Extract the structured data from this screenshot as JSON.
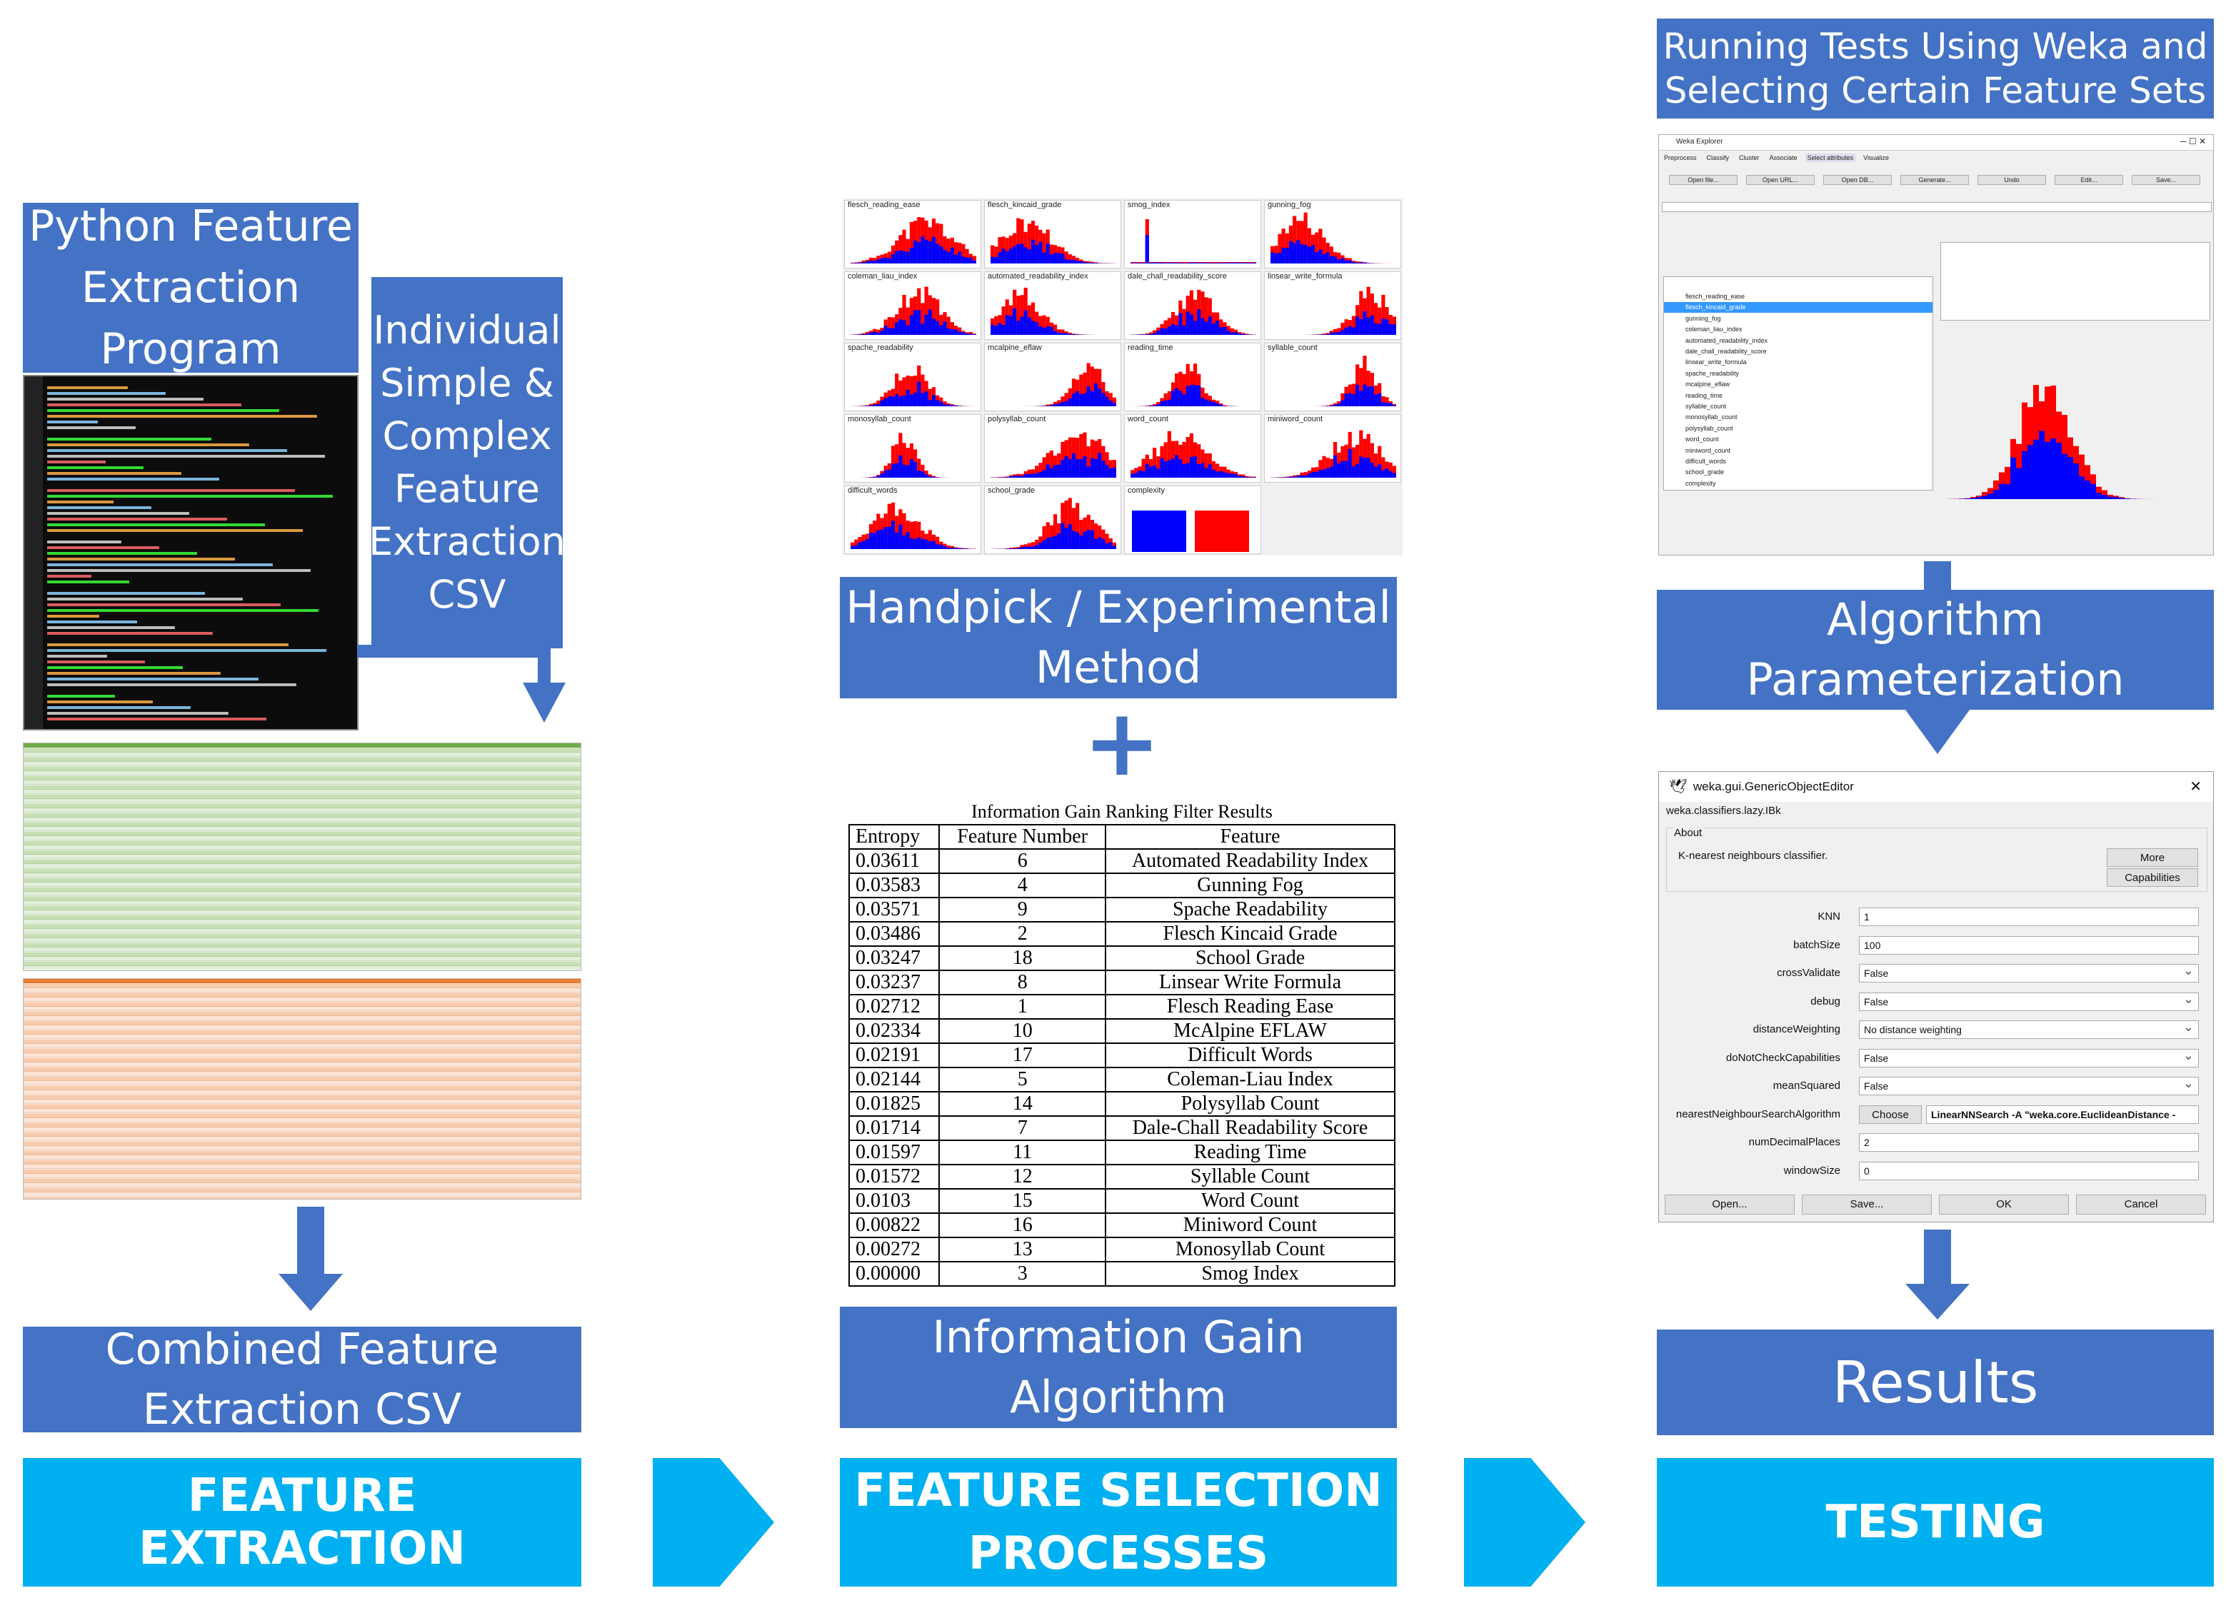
{
  "feature_extraction": {
    "python_box": "Python Feature\nExtraction\nProgram",
    "individual_box": "Individual\nSimple &\nComplex\nFeature\nExtraction\nCSV",
    "combined_box": "Combined Feature\nExtraction CSV",
    "stage_label": "FEATURE EXTRACTION"
  },
  "feature_selection": {
    "handpick_box": "Handpick / Experimental\nMethod",
    "plus": "+",
    "info_gain_box": "Information Gain\nAlgorithm",
    "stage_label": "FEATURE SELECTION\nPROCESSES",
    "histograms": [
      {
        "label": "flesch_reading_ease"
      },
      {
        "label": "flesch_kincaid_grade"
      },
      {
        "label": "smog_index"
      },
      {
        "label": "gunning_fog"
      },
      {
        "label": "coleman_liau_index"
      },
      {
        "label": "automated_readability_index"
      },
      {
        "label": "dale_chall_readability_score"
      },
      {
        "label": "linsear_write_formula"
      },
      {
        "label": "spache_readability"
      },
      {
        "label": "mcalpine_eflaw"
      },
      {
        "label": "reading_time"
      },
      {
        "label": "syllable_count"
      },
      {
        "label": "monosyllab_count"
      },
      {
        "label": "polysyllab_count"
      },
      {
        "label": "word_count"
      },
      {
        "label": "miniword_count"
      },
      {
        "label": "difficult_words"
      },
      {
        "label": "school_grade"
      },
      {
        "label": "complexity"
      }
    ],
    "table": {
      "caption": "Information Gain Ranking Filter Results",
      "headers": [
        "Entropy",
        "Feature Number",
        "Feature"
      ],
      "rows": [
        [
          "0.03611",
          "6",
          "Automated Readability Index"
        ],
        [
          "0.03583",
          "4",
          "Gunning Fog"
        ],
        [
          "0.03571",
          "9",
          "Spache Readability"
        ],
        [
          "0.03486",
          "2",
          "Flesch Kincaid Grade"
        ],
        [
          "0.03247",
          "18",
          "School Grade"
        ],
        [
          "0.03237",
          "8",
          "Linsear Write Formula"
        ],
        [
          "0.02712",
          "1",
          "Flesch Reading Ease"
        ],
        [
          "0.02334",
          "10",
          "McAlpine EFLAW"
        ],
        [
          "0.02191",
          "17",
          "Difficult Words"
        ],
        [
          "0.02144",
          "5",
          "Coleman-Liau Index"
        ],
        [
          "0.01825",
          "14",
          "Polysyllab Count"
        ],
        [
          "0.01714",
          "7",
          "Dale-Chall Readability Score"
        ],
        [
          "0.01597",
          "11",
          "Reading Time"
        ],
        [
          "0.01572",
          "12",
          "Syllable Count"
        ],
        [
          "0.0103",
          "15",
          "Word Count"
        ],
        [
          "0.00822",
          "16",
          "Miniword Count"
        ],
        [
          "0.00272",
          "13",
          "Monosyllab Count"
        ],
        [
          "0.00000",
          "3",
          "Smog Index"
        ]
      ]
    }
  },
  "testing": {
    "running_box": "Running Tests Using Weka and\nSelecting Certain Feature Sets",
    "algo_box": "Algorithm\nParameterization",
    "results_box": "Results",
    "stage_label": "TESTING",
    "weka_explorer": {
      "title": "Weka Explorer",
      "tabs": [
        "Preprocess",
        "Classify",
        "Cluster",
        "Associate",
        "Select attributes",
        "Visualize"
      ],
      "buttons": [
        "Open file...",
        "Open URL...",
        "Open DB...",
        "Generate...",
        "Undo",
        "Edit...",
        "Save..."
      ],
      "attributes": [
        "flesch_reading_ease",
        "flesch_kincaid_grade",
        "gunning_fog",
        "coleman_liau_index",
        "automated_readability_index",
        "dale_chall_readability_score",
        "linsear_write_formula",
        "spache_readability",
        "mcalpine_eflaw",
        "reading_time",
        "syllable_count",
        "monosyllab_count",
        "polysyllab_count",
        "word_count",
        "miniword_count",
        "difficult_words",
        "school_grade",
        "complexity"
      ]
    },
    "object_editor": {
      "title": "weka.gui.GenericObjectEditor",
      "classname": "weka.classifiers.lazy.IBk",
      "about_label": "About",
      "about_text": "K-nearest neighbours classifier.",
      "more": "More",
      "capabilities": "Capabilities",
      "params": [
        {
          "label": "KNN",
          "value": "1",
          "dropdown": false
        },
        {
          "label": "batchSize",
          "value": "100",
          "dropdown": false
        },
        {
          "label": "crossValidate",
          "value": "False",
          "dropdown": true
        },
        {
          "label": "debug",
          "value": "False",
          "dropdown": true
        },
        {
          "label": "distanceWeighting",
          "value": "No distance weighting",
          "dropdown": true
        },
        {
          "label": "doNotCheckCapabilities",
          "value": "False",
          "dropdown": true
        },
        {
          "label": "meanSquared",
          "value": "False",
          "dropdown": true
        },
        {
          "label": "nearestNeighbourSearchAlgorithm",
          "value": "LinearNNSearch -A \"weka.core.EuclideanDistance -",
          "dropdown": false,
          "choose": "Choose"
        },
        {
          "label": "numDecimalPlaces",
          "value": "2",
          "dropdown": false
        },
        {
          "label": "windowSize",
          "value": "0",
          "dropdown": false
        }
      ],
      "footer": [
        "Open...",
        "Save...",
        "OK",
        "Cancel"
      ]
    }
  },
  "colors": {
    "box_blue": "#4472c4",
    "stage_cyan": "#00b0f0",
    "hist_red": "#ff0000",
    "hist_blue": "#0000ff"
  }
}
